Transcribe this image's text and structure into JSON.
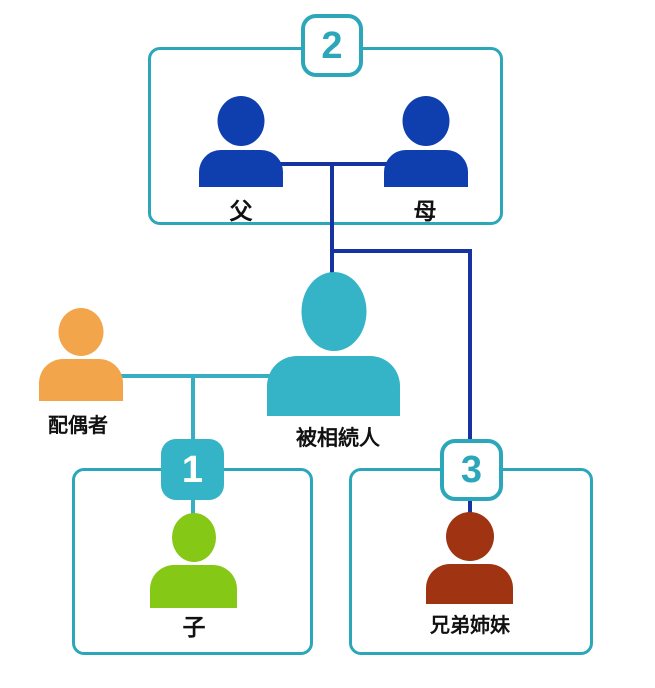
{
  "labels": {
    "father": "父",
    "mother": "母",
    "spouse": "配偶者",
    "decedent": "被相続人",
    "child": "子",
    "siblings": "兄弟姉妹"
  },
  "badges": {
    "parents_rank": "2",
    "children_rank": "1",
    "siblings_rank": "3"
  },
  "structure": {
    "groups": [
      {
        "name": "children",
        "badge": "1",
        "members": [
          "子"
        ]
      },
      {
        "name": "parents",
        "badge": "2",
        "members": [
          "父",
          "母"
        ]
      },
      {
        "name": "siblings",
        "badge": "3",
        "members": [
          "兄弟姉妹"
        ]
      }
    ],
    "center_person": "被相続人",
    "spouse_person": "配偶者"
  },
  "colors": {
    "background": "#ffffff",
    "box_border": "#2ca7ba",
    "teal_fill": "#35b4c7",
    "badge_teal_text": "#2ca7ba",
    "line_blue": "#17339f",
    "line_teal": "#38aec2",
    "person_parent": "#0f3fae",
    "person_decedent": "#35b4c7",
    "person_spouse": "#f2a54b",
    "person_child": "#85c816",
    "person_sibling": "#a03312",
    "label_color": "#111111"
  }
}
